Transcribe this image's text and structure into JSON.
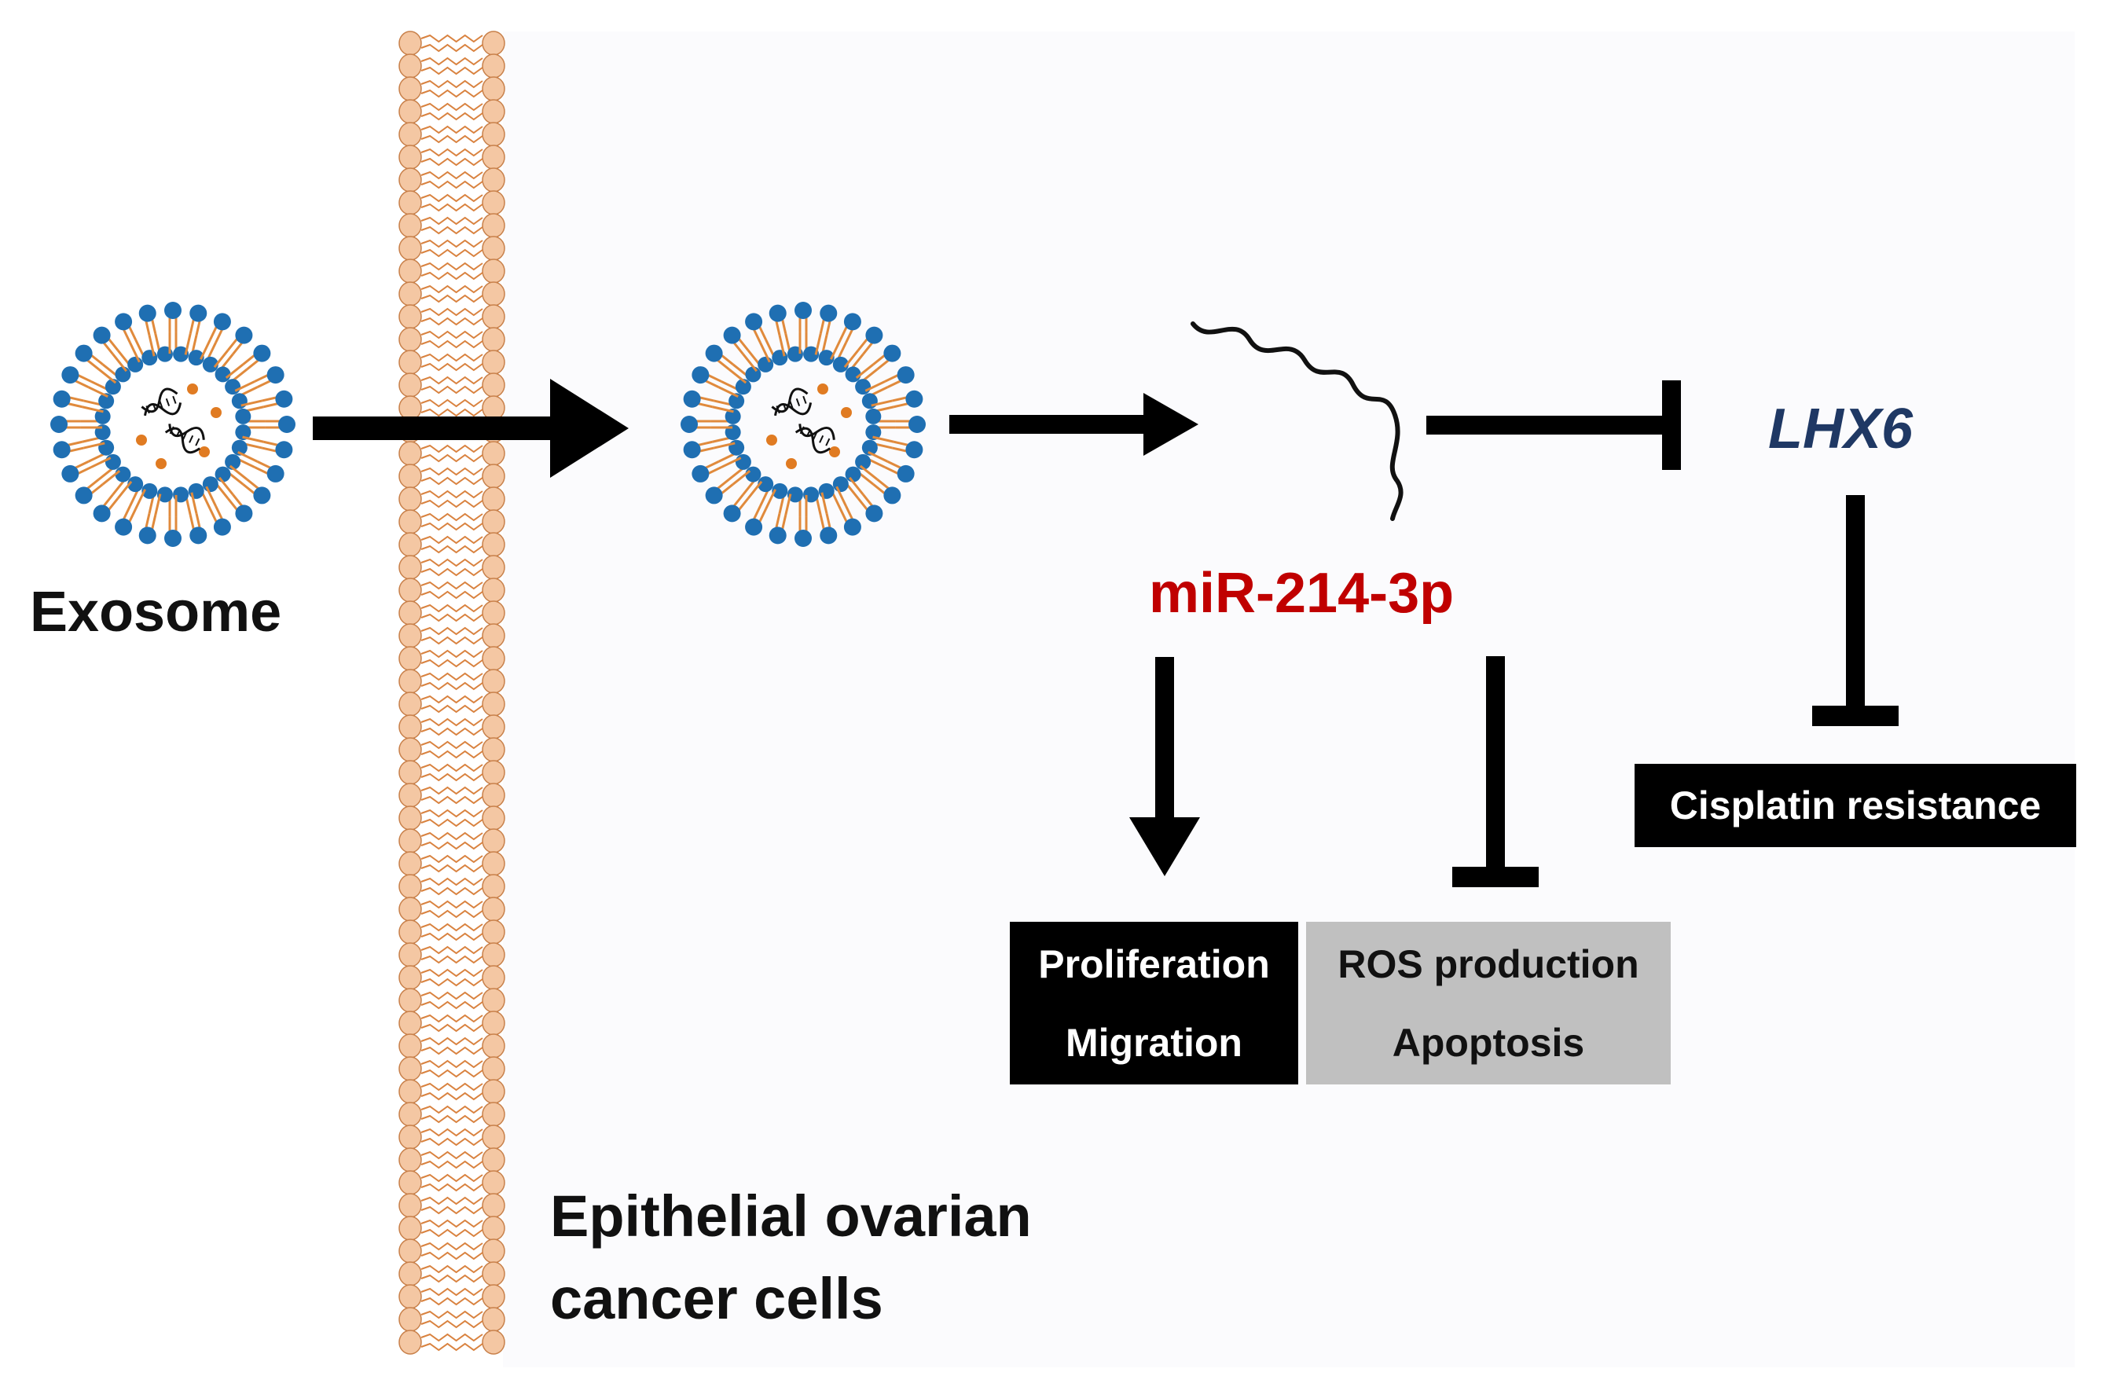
{
  "labels": {
    "exosome": "Exosome",
    "cell_line1": "Epithelial ovarian",
    "cell_line2": "cancer cells",
    "mirna": "miR-214-3p",
    "gene": "LHX6",
    "outcome1a": "Proliferation",
    "outcome1b": "Migration",
    "outcome2a": "ROS production",
    "outcome2b": "Apoptosis",
    "outcome3": "Cisplatin resistance"
  },
  "colors": {
    "mirna_text": "#c00000",
    "gene_text": "#1f3864",
    "membrane_head": "#f4c7a3",
    "membrane_head_stroke": "#c8804a",
    "membrane_tail": "#d9823f",
    "lipid_head": "#1f6fb2",
    "lipid_tail": "#e08a3c",
    "cargo_dot": "#e07b22",
    "dark_box": "#000000",
    "gray_box": "#c0c0c0",
    "arrow": "#000000"
  }
}
